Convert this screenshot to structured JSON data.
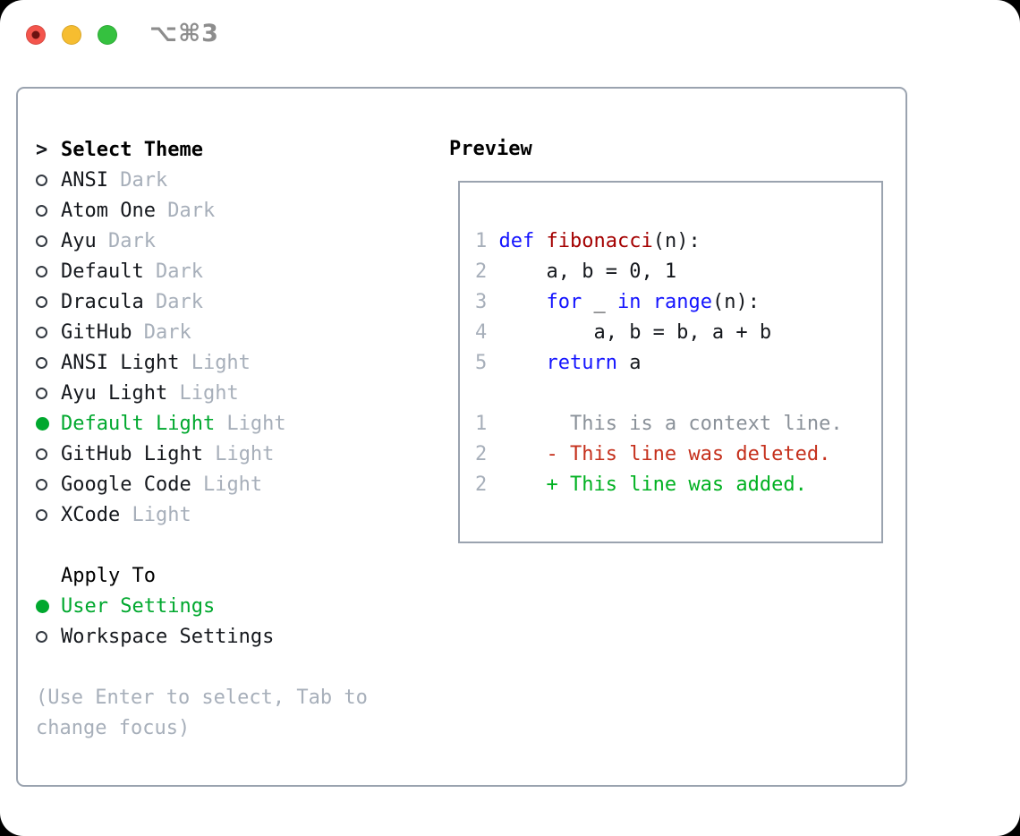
{
  "window": {
    "title": "⌥⌘3",
    "traffic_lights": [
      "close",
      "minimize",
      "zoom"
    ]
  },
  "colors": {
    "text": "#15181d",
    "muted": "#a7afba",
    "border": "#9aa3af",
    "accent_green": "#00a82e",
    "keyword_blue": "#1414ff",
    "function_red": "#a40000",
    "diff_deleted_red": "#c5301c",
    "diff_added_green": "#00b121",
    "diff_context_gray": "#8a9199",
    "title_gray": "#8d8d8d",
    "traffic_red": "#f4554c",
    "traffic_yellow": "#f6bd30",
    "traffic_green": "#35c13f"
  },
  "theme_picker": {
    "header": {
      "prompt": ">",
      "label": "Select Theme"
    },
    "themes": [
      {
        "name": "ANSI",
        "tag": "Dark",
        "selected": false
      },
      {
        "name": "Atom One",
        "tag": "Dark",
        "selected": false
      },
      {
        "name": "Ayu",
        "tag": "Dark",
        "selected": false
      },
      {
        "name": "Default",
        "tag": "Dark",
        "selected": false
      },
      {
        "name": "Dracula",
        "tag": "Dark",
        "selected": false
      },
      {
        "name": "GitHub",
        "tag": "Dark",
        "selected": false
      },
      {
        "name": "ANSI Light",
        "tag": "Light",
        "selected": false
      },
      {
        "name": "Ayu Light",
        "tag": "Light",
        "selected": false
      },
      {
        "name": "Default Light",
        "tag": "Light",
        "selected": true
      },
      {
        "name": "GitHub Light",
        "tag": "Light",
        "selected": false
      },
      {
        "name": "Google Code",
        "tag": "Light",
        "selected": false
      },
      {
        "name": "XCode",
        "tag": "Light",
        "selected": false
      }
    ],
    "apply_to": {
      "label": "Apply To",
      "options": [
        {
          "name": "User Settings",
          "selected": true
        },
        {
          "name": "Workspace Settings",
          "selected": false
        }
      ]
    },
    "help": [
      "(Use Enter to select, Tab to",
      "change focus)"
    ]
  },
  "preview": {
    "label": "Preview",
    "lines": [
      {
        "num": "1",
        "segments": [
          {
            "c": "kw",
            "t": "def"
          },
          {
            "c": "code",
            "t": " "
          },
          {
            "c": "fn",
            "t": "fibonacci"
          },
          {
            "c": "code",
            "t": "(n):"
          }
        ]
      },
      {
        "num": "2",
        "segments": [
          {
            "c": "code",
            "t": "    a, b = 0, 1"
          }
        ]
      },
      {
        "num": "3",
        "segments": [
          {
            "c": "code",
            "t": "    "
          },
          {
            "c": "kw",
            "t": "for"
          },
          {
            "c": "code",
            "t": " _ "
          },
          {
            "c": "kw",
            "t": "in"
          },
          {
            "c": "code",
            "t": " "
          },
          {
            "c": "kw",
            "t": "range"
          },
          {
            "c": "code",
            "t": "(n):"
          }
        ]
      },
      {
        "num": "4",
        "segments": [
          {
            "c": "code",
            "t": "        a, b = b, a + b"
          }
        ]
      },
      {
        "num": "5",
        "segments": [
          {
            "c": "code",
            "t": "    "
          },
          {
            "c": "kw",
            "t": "return"
          },
          {
            "c": "code",
            "t": " a"
          }
        ]
      },
      {
        "num": "",
        "segments": []
      },
      {
        "num": "1",
        "segments": [
          {
            "c": "ctx",
            "t": "      This is a context line."
          }
        ]
      },
      {
        "num": "2",
        "segments": [
          {
            "c": "del",
            "t": "    - This line was deleted."
          }
        ]
      },
      {
        "num": "2",
        "segments": [
          {
            "c": "add",
            "t": "    + This line was added."
          }
        ]
      }
    ]
  }
}
